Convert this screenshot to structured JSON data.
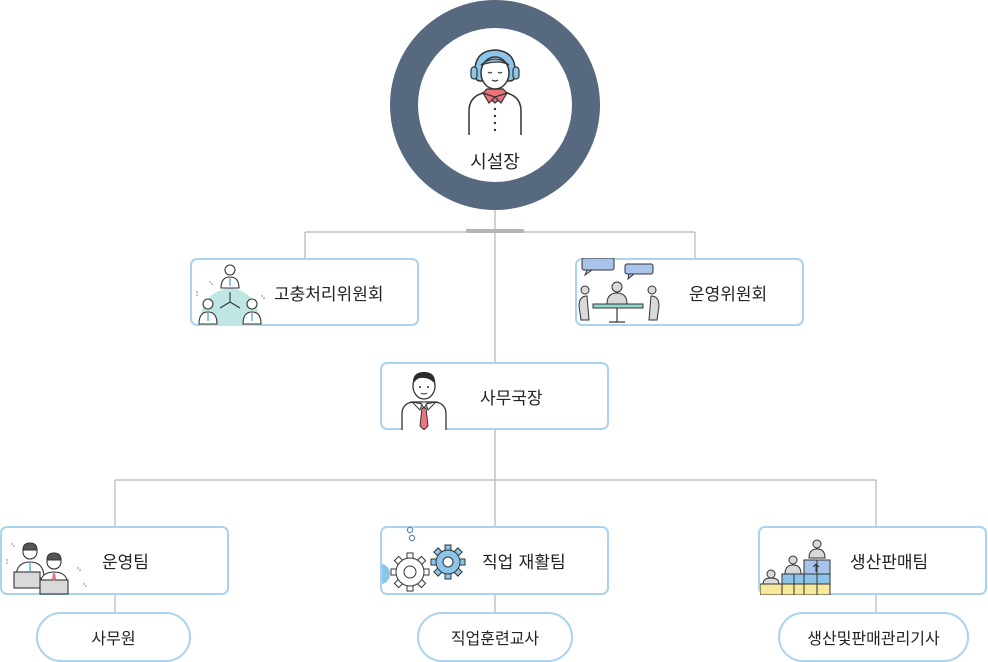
{
  "root": {
    "label": "시설장"
  },
  "committees": [
    {
      "label": "고충처리위원회"
    },
    {
      "label": "운영위원회"
    }
  ],
  "director": {
    "label": "사무국장"
  },
  "teams": [
    {
      "label": "운영팀",
      "sub": "사무원"
    },
    {
      "label": "직업 재활팀",
      "sub": "직업훈련교사"
    },
    {
      "label": "생산판매팀",
      "sub": "생산및판매관리기사"
    }
  ],
  "colors": {
    "ring": "#56697f",
    "box_border": "#a9d3ee",
    "connector": "#b5b5b5",
    "accent_blue": "#8cc4ea",
    "accent_red": "#e9747c",
    "accent_teal": "#bfe6e2",
    "accent_yellow": "#f7e99a"
  }
}
